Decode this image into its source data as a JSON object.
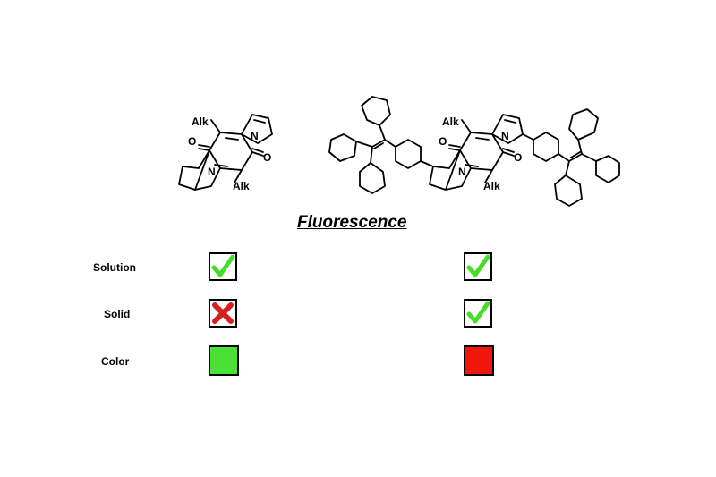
{
  "heading": "Fluorescence",
  "atom_labels": {
    "alkyl": "Alk",
    "nitrogen": "N",
    "oxygen": "O"
  },
  "rows": [
    {
      "label": "Solution",
      "left": "check",
      "right": "check"
    },
    {
      "label": "Solid",
      "left": "cross",
      "right": "check"
    },
    {
      "label": "Color",
      "left_color": "#4be036",
      "right_color": "#f0160c"
    }
  ],
  "colors": {
    "check": "#44dd2a",
    "cross": "#d62020"
  },
  "icons": {
    "check": "check-mark-icon",
    "cross": "cross-mark-icon"
  }
}
